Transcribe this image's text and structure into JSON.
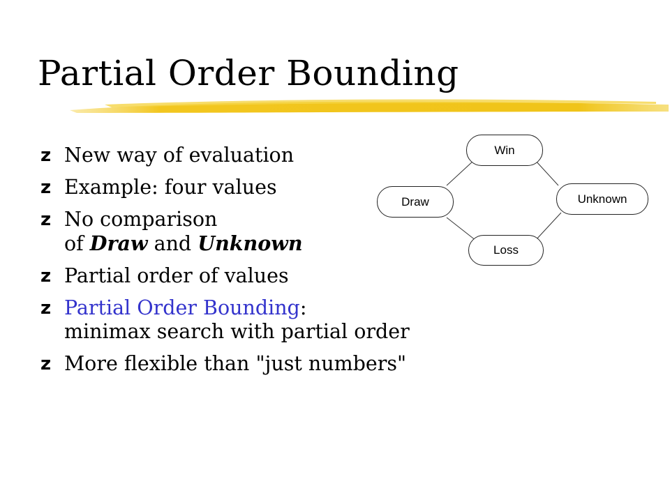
{
  "title": "Partial Order Bounding",
  "bullet_symbol": "z",
  "bullets": {
    "b1": "New way of evaluation",
    "b2": "Example: four values",
    "b3_a": "No comparison",
    "b3_b_pre": "of ",
    "b3_b_em1": "Draw",
    "b3_b_mid": " and ",
    "b3_b_em2": "Unknown",
    "b4": "Partial order of values",
    "b5_link": "Partial Order Bounding",
    "b5_colon": ":",
    "b5_line2": "minimax search with partial order",
    "b6": "More flexible than \"just numbers\""
  },
  "diagram": {
    "win": "Win",
    "draw": "Draw",
    "unknown": "Unknown",
    "loss": "Loss"
  },
  "colors": {
    "accent_link": "#3333cc",
    "underline": "#f0c419"
  }
}
